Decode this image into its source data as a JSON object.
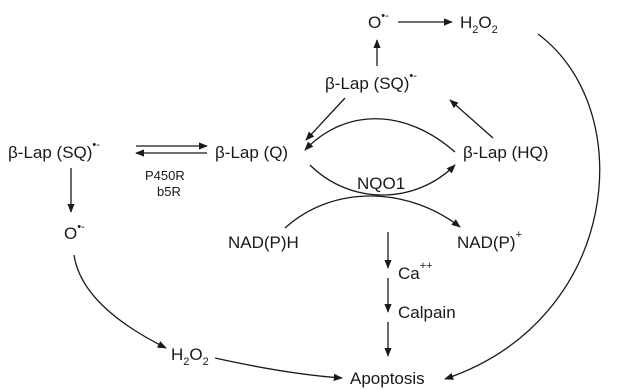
{
  "labels": {
    "lap_sq_left": "β-Lap (SQ)",
    "radical_mark": "•-",
    "lap_q": "β-Lap (Q)",
    "lap_hq": "β-Lap (HQ)",
    "lap_sq_top": "β-Lap (SQ)",
    "o_top": "O",
    "o_left": "O",
    "h2o2_top_h": "H",
    "h2o2_top_two": "2",
    "h2o2_top_o": "O",
    "h2o2_top_two2": "2",
    "h2o2_bot_h": "H",
    "h2o2_bot_two": "2",
    "h2o2_bot_o": "O",
    "h2o2_bot_two2": "2",
    "nqo1": "NQO1",
    "nadph": "NAD(P)H",
    "nadp": "NAD(P)",
    "nadp_plus": "+",
    "ca": "Ca",
    "ca_plus": "++",
    "calpain": "Calpain",
    "apoptosis": "Apoptosis",
    "p450r": "P450R",
    "b5r": "b5R"
  }
}
